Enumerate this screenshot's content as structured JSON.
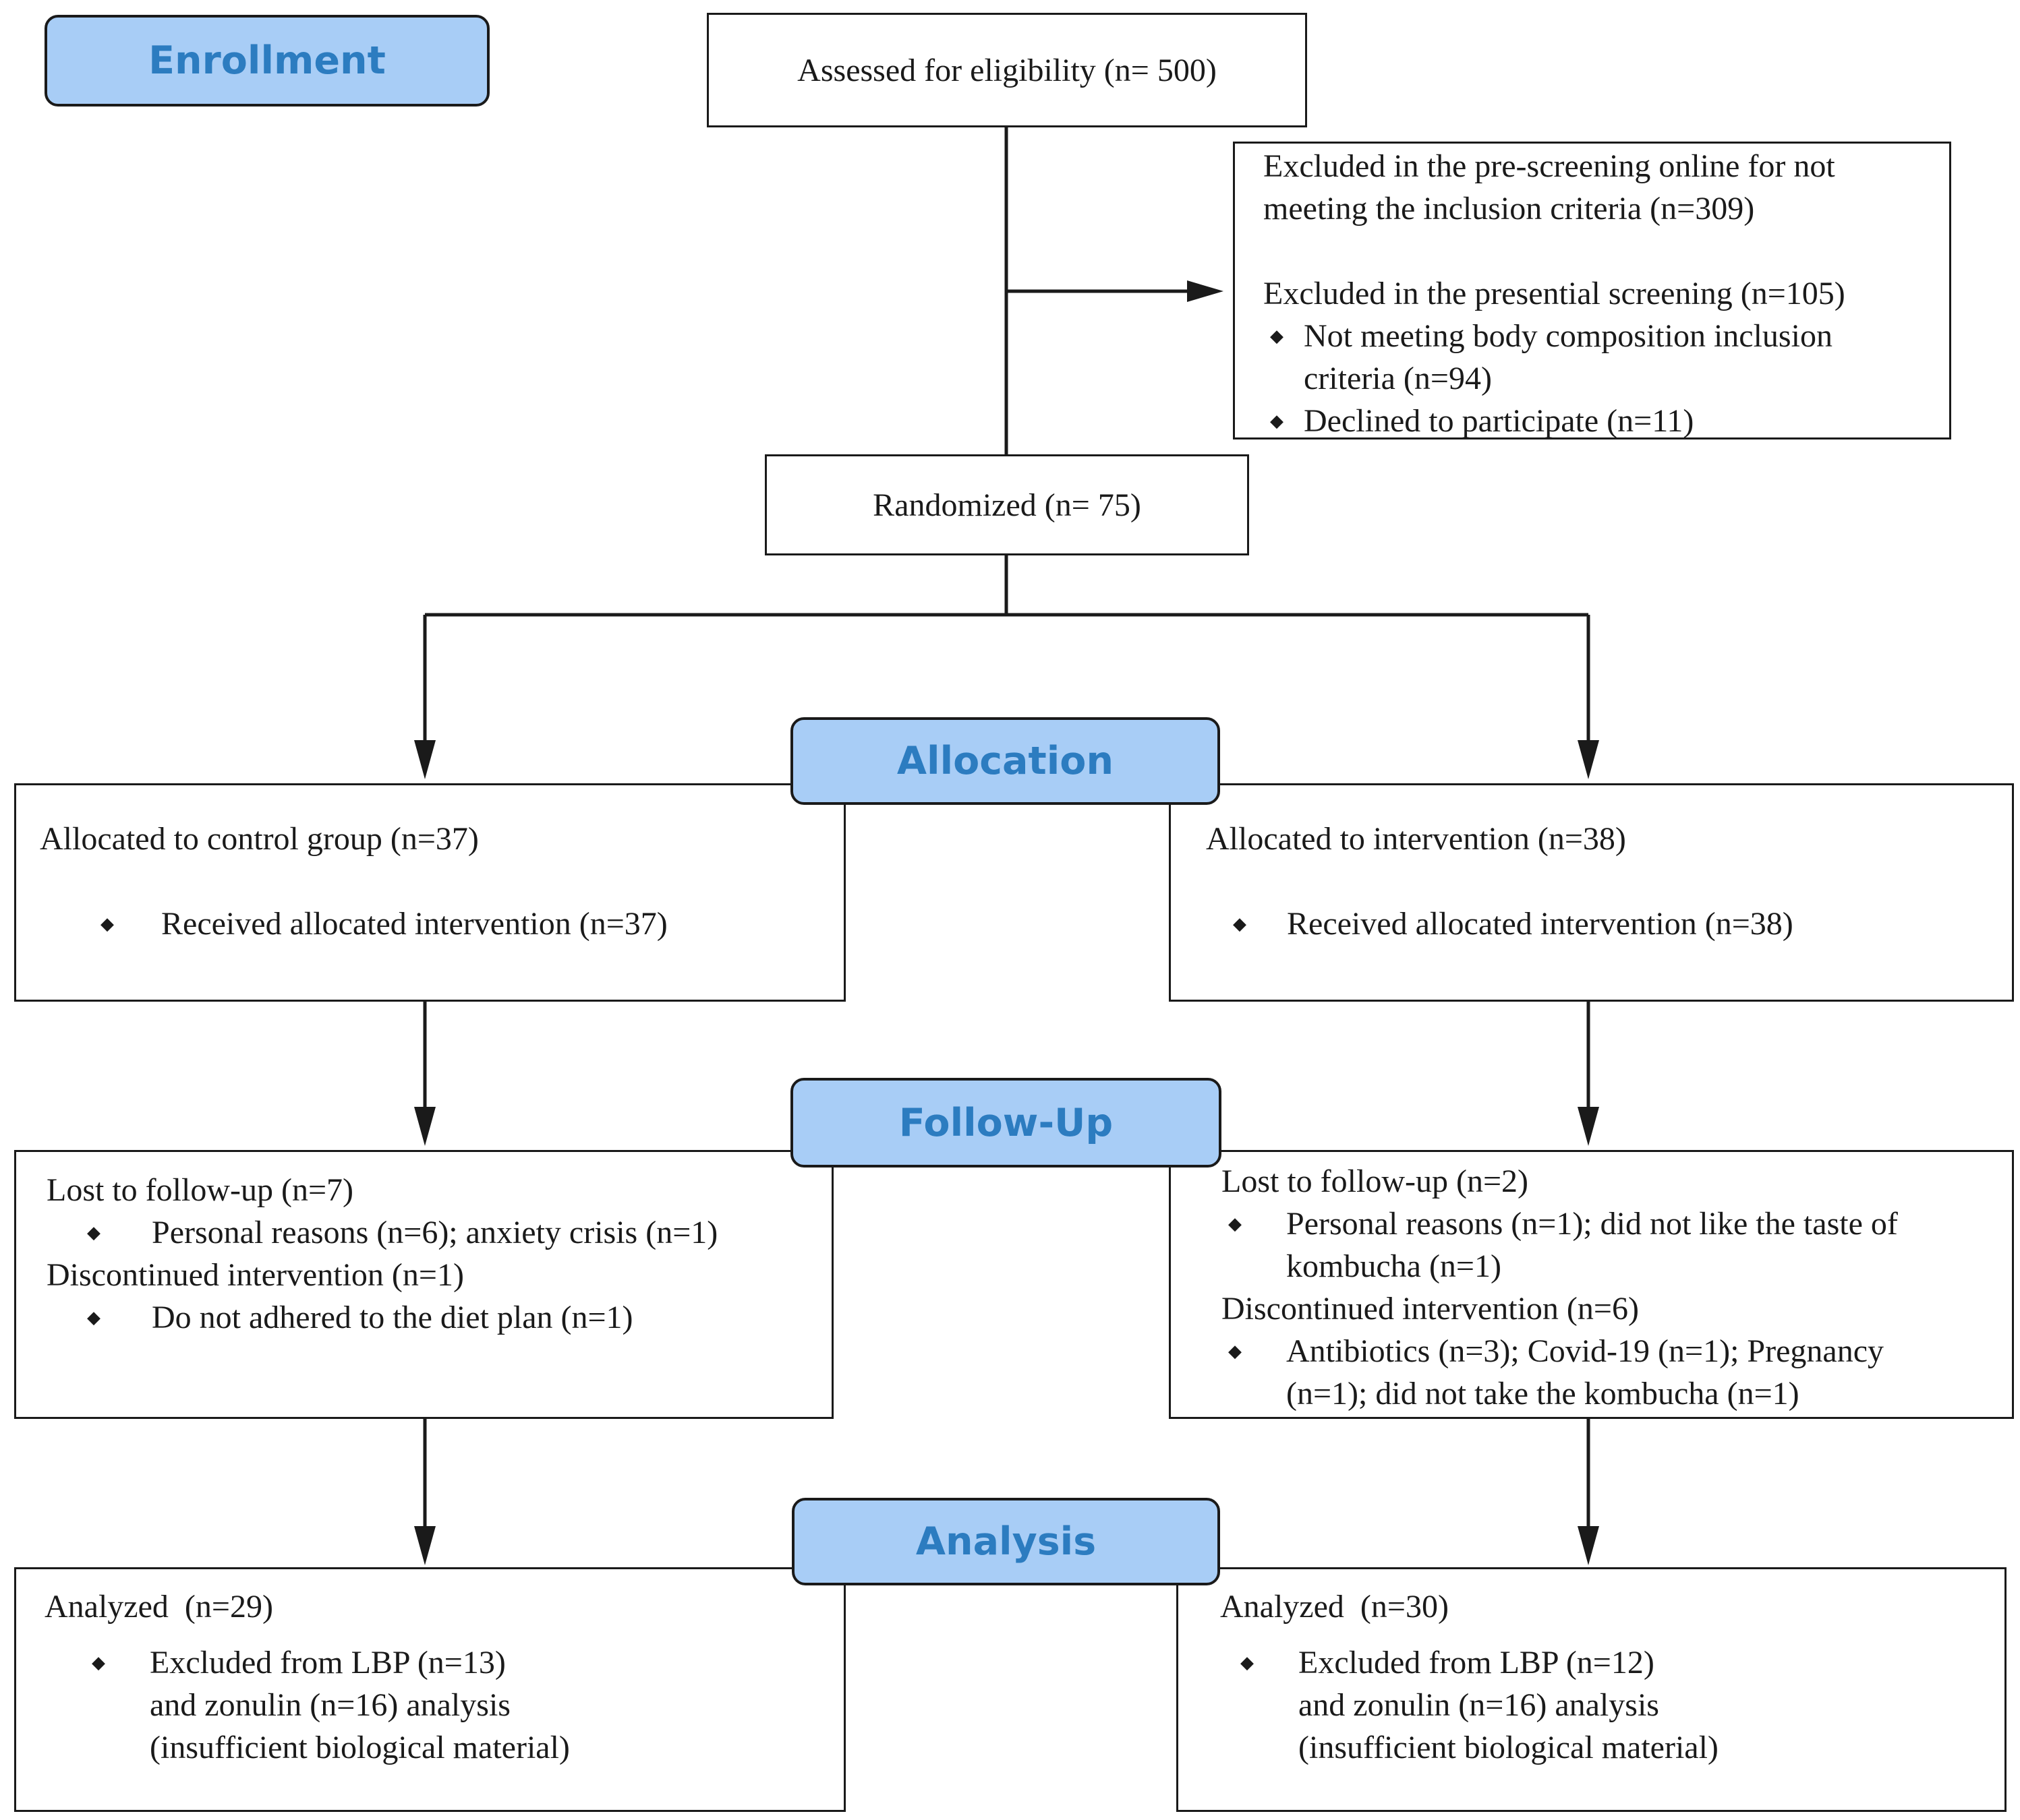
{
  "stages": {
    "enrollment": "Enrollment",
    "allocation": "Allocation",
    "followup": "Follow-Up",
    "analysis": "Analysis"
  },
  "assessed": "Assessed for eligibility (n= 500)",
  "excluded": {
    "line1": "Excluded in the pre-screening online for not",
    "line2": "meeting the inclusion criteria (n=309)",
    "line3": "Excluded in the presential screening (n=105)",
    "bullet1_line1": "Not meeting body composition inclusion",
    "bullet1_line2": "criteria (n=94)",
    "bullet2": "Declined to participate (n=11)"
  },
  "randomized": "Randomized (n= 75)",
  "allocation": {
    "control_title": "Allocated to control group (n=37)",
    "control_bullet": "Received allocated intervention (n=37)",
    "intervention_title": "Allocated to intervention (n=38)",
    "intervention_bullet": "Received allocated intervention (n=38)"
  },
  "followup": {
    "control": {
      "lost": "Lost to follow-up (n=7)",
      "lost_bullet": "Personal reasons (n=6); anxiety crisis (n=1)",
      "discontinued": "Discontinued intervention (n=1)",
      "discontinued_bullet": "Do not adhered to the diet plan (n=1)"
    },
    "intervention": {
      "lost": "Lost to follow-up (n=2)",
      "lost_bullet_line1": "Personal reasons (n=1); did not like the taste of",
      "lost_bullet_line2": "kombucha (n=1)",
      "discontinued": "Discontinued intervention (n=6)",
      "discontinued_bullet_line1": "Antibiotics (n=3); Covid-19 (n=1); Pregnancy",
      "discontinued_bullet_line2": "(n=1); did not take the kombucha (n=1)"
    }
  },
  "analysis": {
    "control": {
      "title": "Analyzed  (n=29)",
      "line1": "Excluded from LBP (n=13)",
      "line2": "and zonulin (n=16) analysis",
      "line3": "(insufficient biological material)"
    },
    "intervention": {
      "title": "Analyzed  (n=30)",
      "line1": "Excluded from LBP (n=12)",
      "line2": "and zonulin (n=16) analysis",
      "line3": "(insufficient biological material)"
    }
  }
}
